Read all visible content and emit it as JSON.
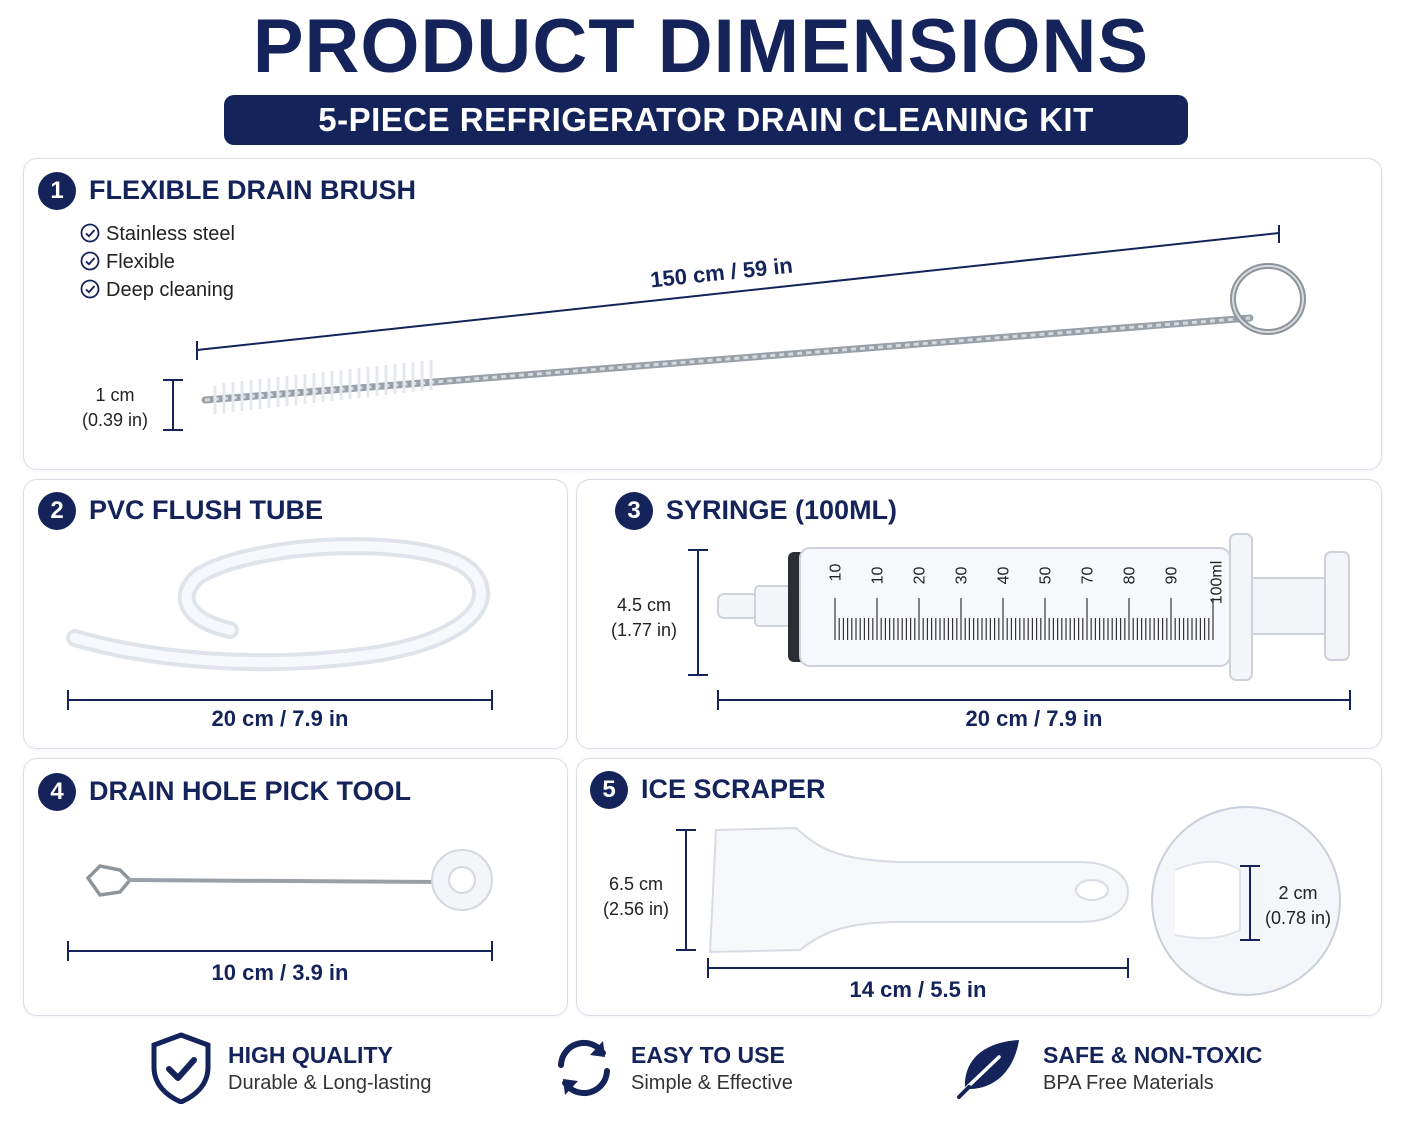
{
  "header": {
    "title": "PRODUCT DIMENSIONS",
    "subtitle": "5-PIECE REFRIGERATOR DRAIN CLEANING KIT"
  },
  "items": [
    {
      "number": "1",
      "title": "FLEXIBLE DRAIN BRUSH",
      "features": [
        "Stainless steel",
        "Flexible",
        "Deep cleaning"
      ],
      "length": "150 cm / 59 in",
      "diameter_cm": "1 cm",
      "diameter_in": "(0.39 in)"
    },
    {
      "number": "2",
      "title": "PVC FLUSH TUBE",
      "length": "20 cm / 7.9 in"
    },
    {
      "number": "3",
      "title": "SYRINGE (100ML)",
      "height_cm": "4.5 cm",
      "height_in": "(1.77 in)",
      "length": "20 cm / 7.9 in",
      "scale_labels": [
        "10",
        "10",
        "20",
        "30",
        "40",
        "50",
        "70",
        "80",
        "90",
        "100ml"
      ]
    },
    {
      "number": "4",
      "title": "DRAIN HOLE PICK TOOL",
      "length": "10 cm / 3.9 in"
    },
    {
      "number": "5",
      "title": "ICE SCRAPER",
      "height_cm": "6.5 cm",
      "height_in": "(2.56 in)",
      "length": "14 cm / 5.5 in",
      "tip_cm": "2 cm",
      "tip_in": "(0.78 in)"
    }
  ],
  "footer": [
    {
      "icon": "shield-check-icon",
      "title": "HIGH QUALITY",
      "subtitle": "Durable & Long-lasting"
    },
    {
      "icon": "refresh-arrows-icon",
      "title": "EASY TO USE",
      "subtitle": "Simple & Effective"
    },
    {
      "icon": "leaf-icon",
      "title": "SAFE & NON-TOXIC",
      "subtitle": "BPA Free Materials"
    }
  ],
  "colors": {
    "navy": "#14235a",
    "border": "#d9dde6"
  }
}
